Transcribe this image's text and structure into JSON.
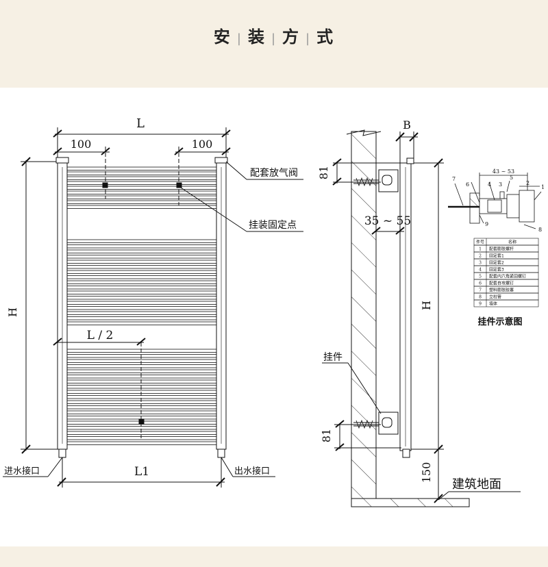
{
  "header": {
    "title_parts": [
      "安",
      "装",
      "方",
      "式"
    ]
  },
  "front_view": {
    "dim_L": "L",
    "dim_100_left": "100",
    "dim_100_right": "100",
    "dim_H": "H",
    "dim_L_half": "L / 2",
    "dim_L1": "L1",
    "label_air_valve": "配套放气阀",
    "label_mount_point": "挂装固定点",
    "label_inlet": "进水接口",
    "label_outlet": "出水接口"
  },
  "side_view": {
    "dim_B": "B",
    "dim_81_top": "81",
    "dim_35_55": "35 ~ 55",
    "dim_H": "H",
    "dim_81_bottom": "81",
    "dim_150": "150",
    "label_hanger": "挂件",
    "label_floor": "建筑地面"
  },
  "detail": {
    "dim_43_53": "43 ~ 53",
    "callouts": [
      "7",
      "6",
      "4",
      "3",
      "5",
      "2",
      "1",
      "9",
      "8"
    ],
    "table_headers": [
      "件号",
      "名称"
    ],
    "table_rows": [
      [
        "1",
        "配套膨胀螺杆"
      ],
      [
        "2",
        "固定套1"
      ],
      [
        "3",
        "固定套2"
      ],
      [
        "4",
        "固定套3"
      ],
      [
        "5",
        "配套内六角紧固螺钉"
      ],
      [
        "6",
        "配套自攻螺钉"
      ],
      [
        "7",
        "塑料膨胀胶塞"
      ],
      [
        "8",
        "立柱管"
      ],
      [
        "9",
        "墙体"
      ]
    ],
    "caption": "挂件示意图"
  }
}
